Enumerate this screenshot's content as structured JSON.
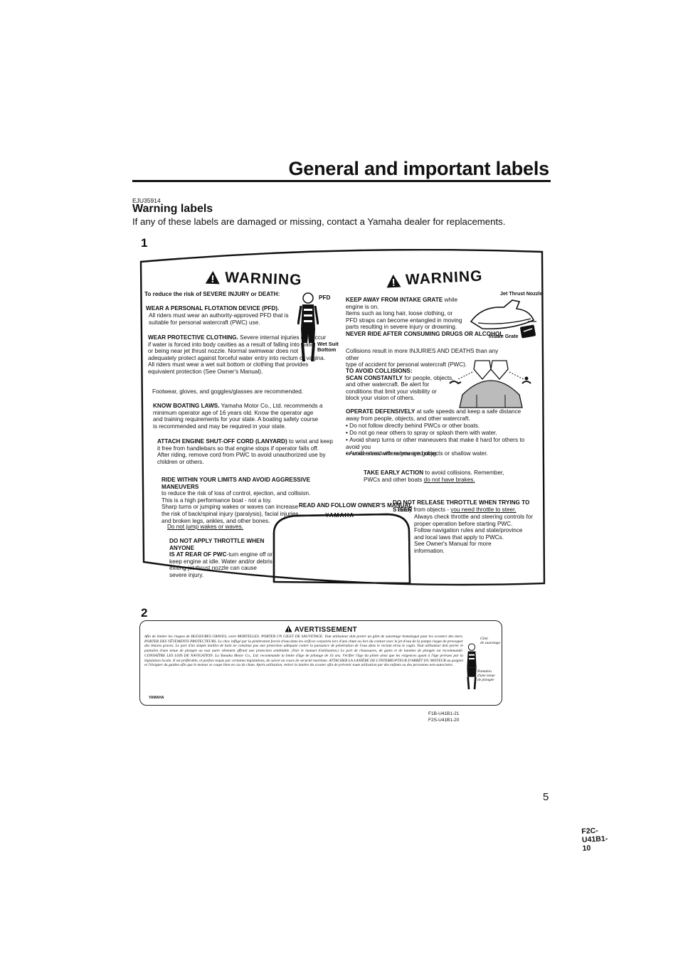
{
  "page": {
    "title": "General and important labels",
    "code": "EJU35914",
    "heading": "Warning labels",
    "intro": "If any of these labels are damaged or missing, contact a Yamaha dealer for replacements.",
    "label1_number": "1",
    "label2_number": "2",
    "page_number": "5"
  },
  "label1": {
    "banner_left": "WARNING",
    "banner_right": "WARNING",
    "left_intro": "To reduce the risk of SEVERE INJURY or DEATH:",
    "pfd_title": "WEAR A PERSONAL FLOTATION DEVICE (PFD).",
    "pfd_text": "All riders must wear  an authority-approved PFD that is\nsuitable for personal watercraft (PWC) use.",
    "cloth_title": "WEAR PROTECTIVE CLOTHING.",
    "cloth_text": " Severe internal injuries can occur\nif water is forced into body cavities as a result of falling into water\nor being near jet thrust nozzle.  Normal swimwear does not\nadequately protect against forceful water entry into rectum or vagina.\nAll riders must wear a wet suit bottom or clothing that provides\nequivalent protection (See Owner's Manual).",
    "footwear": "Footwear, gloves, and goggles/glasses are recommended.",
    "laws_title": "KNOW BOATING LAWS.",
    "laws_text": " Yamaha Motor Co., Ltd. recommends a\nminimum operator age of 16 years old.  Know the operator age\nand training requirements for your state. A boating safety course\nis recommended and may be required in your state.",
    "cord_title": "ATTACH ENGINE SHUT-OFF CORD (LANYARD)",
    "cord_text": " to wrist and keep\nit free from handlebars so that engine stops if operator falls off.\nAfter riding, remove cord from PWC to avoid unauthorized use by\nchildren or others.",
    "limits_title": "RIDE WITHIN YOUR LIMITS AND AVOID AGGRESSIVE MANEUVERS",
    "limits_text": "to reduce the risk of loss of control, ejection, and collision.\nThis is a high performance boat - not a toy.\nSharp turns or jumping wakes or waves can increase\nthe risk of back/spinal injury (paralysis), facial injuries,\nand broken legs, ankles, and other bones.",
    "limits_under": "Do not jump wakes or waves.",
    "throttle_title": "DO NOT APPLY THROTTLE WHEN ANYONE\nIS AT REAR OF PWC",
    "throttle_text": "-turn engine off or\nkeep engine at idle.  Water and/or debris\nexiting jet thrust nozzle can cause\n          severe injury.",
    "pfd_label": "PFD",
    "wetsuit_label": "Wet Suit\nBottom",
    "grate_title": "KEEP AWAY FROM INTAKE GRATE",
    "grate_text": " while engine is on.\nItems such as long hair, loose clothing, or\nPFD straps can become entangled in moving\nparts resulting in severe injury or drowning.",
    "drugs": "NEVER RIDE AFTER CONSUMING DRUGS OR ALCOHOL",
    "collide_text": "Collisions result in more INJURIES AND DEATHS than any other\ntype of accident for personal watercraft (PWC).",
    "avoid_title": "TO AVOID COLLISIONS:\nSCAN CONSTANTLY",
    "avoid_text": " for people, objects,\nand other watercraft.  Be alert for\nconditions that limit your visibility or\nblock your vision of others.",
    "oper_title": "OPERATE DEFENSIVELY",
    "oper_text": " at safe speeds and keep a safe distance\naway from people, objects, and other watercraft.",
    "bullets": [
      "Do not follow directly behind PWCs or other boats.",
      "Do not go near others to spray or splash them with water.",
      "Avoid sharp turns or other maneuvers that make it hard for others to avoid you\n  or understand where you are going.",
      "Avoid areas with submerged objects or shallow water."
    ],
    "early_title": "TAKE EARLY ACTION",
    "early_text": " to avoid collisions.  Remember,\n              PWCs and other boats ",
    "early_under": "do not have brakes.",
    "manual": "READ AND FOLLOW OWNER'S MANUAL",
    "brand": "YAMAHA",
    "release_title": "DO NOT RELEASE THROTTLE WHEN TRYING TO STEER",
    "release_text1": "away from objects - ",
    "release_under": "you need throttle to steer.",
    "release_text2": "Always check throttle and steering controls for\n    proper operation before starting PWC.\nFollow navigation rules and state/province\nand local laws that apply to PWCs.\nSee Owner's Manual for more\ninformation.",
    "nozzle_label": "Jet Thrust Nozzle",
    "grate_label": "Intake Grate",
    "part_code": "F2C-U41B1-10"
  },
  "label2": {
    "title": "AVERTISSEMENT",
    "text": "Afin de limiter les risques de BLESSURES GRAVES, voire MORTELLES: PORTER UN GILET DE SAUVETAGE. Tout utilisateur doit porter un gilet de sauvetage homologué pour les scooters des mers. PORTER DES VÊTEMENTS PROTECTEURS. Le choc infligé par la pénétration forcée d'eau dans les orifices corporels lors d'une chute ou lors du contact avec le jet d'eau de la pompe risque de provoquer des lésions graves. Le port d'un simple maillot de bain ne constitue pas une protection adéquate contre la puissance de pénétration de l'eau dans le rectum et/ou le vagin. Tout utilisateur doit porter le pantalon d'une tenue de plongée ou tout autre vêtement offrant une protection semblable. (Voir le manuel d'utilisation.) Le port de chaussures, de gants et de lunettes de plongée est recommandé. CONNAÎTRE LES LOIS DE NAVIGATION. La Yamaha Motor Co., Ltd. recommande la limite d'âge de pilotage de 16 ans. Vérifier l'âge du pilote ainsi que les exigences quant à l'âge prévues par la législation locale. Il est préférable, et parfois requis par certaines législations, de suivre un cours de sécurité maritime. ATTACHER LA LANIÈRE DE L'INTERRUPTEUR D'ARRÊT DU MOTEUR au poignet et l'éloigner du guidon afin que le moteur se coupe bien en cas de chute. Après utilisation, retirer la lanière du scooter afin de prévenir toute utilisation par des enfants ou des personnes non-autorisées.",
    "brand": "YAMAHA",
    "vest_label": "Gilet\nde sauvetage",
    "pants_label": "Pantalon\nd'une tenue\nde plongée",
    "code_a": "F1B-U41B1-21",
    "code_b": "F2S-U41B1-20"
  }
}
